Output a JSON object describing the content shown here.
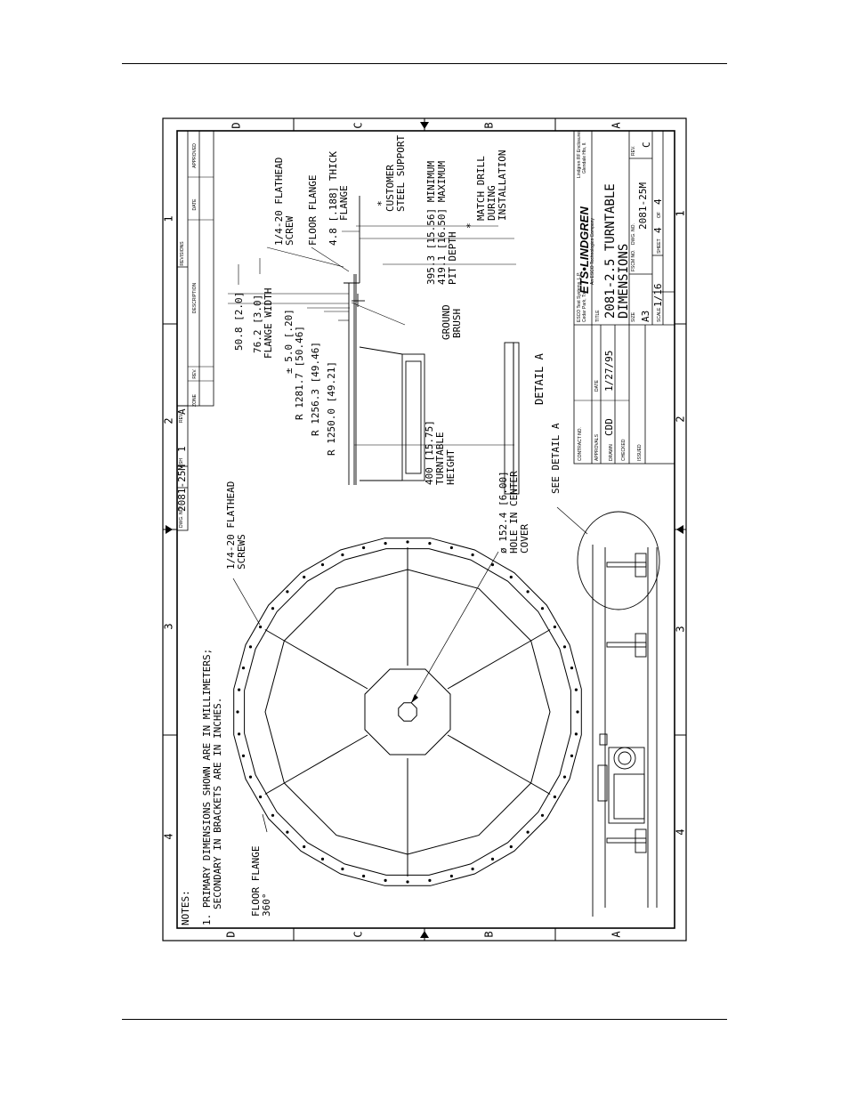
{
  "zones": {
    "rows": [
      "D",
      "C",
      "B",
      "A"
    ],
    "cols": [
      "1",
      "2",
      "3",
      "4"
    ]
  },
  "notes": {
    "heading": "NOTES:",
    "line1": "1.  PRIMARY DIMENSIONS SHOWN ARE IN MILLIMETERS;",
    "line2": "SECONDARY IN BRACKETS ARE IN INCHES."
  },
  "callouts": {
    "floor_flange": "FLOOR FLANGE",
    "floor_flange_360": "360°",
    "screws_1": "1/4-20 FLATHEAD",
    "screws_2": "SCREWS",
    "hole_1": "ø 152.4 [6.00]",
    "hole_2": "HOLE IN CENTER",
    "hole_3": "COVER",
    "see_detail": "SEE DETAIL A"
  },
  "detail": {
    "title": "DETAIL A",
    "height_1": "400 [15.75]",
    "height_2": "TURNTABLE",
    "height_3": "HEIGHT",
    "r1250": "R 1250.0 [49.21]",
    "r1256": "R 1256.3 [49.46]",
    "r1281": "R 1281.7 [50.46]",
    "tol": "± 5.0 [.20]",
    "fw_1": "76.2 [3.0]",
    "fw_2": "FLANGE WIDTH",
    "d508": "50.8 [2.0]",
    "brush_1": "GROUND",
    "brush_2": "BRUSH",
    "screw_1": "1/4-20 FLATHEAD",
    "screw_2": "SCREW",
    "flange": "FLOOR FLANGE",
    "thick_1": "4.8 [.188]  THICK",
    "thick_2": "FLANGE",
    "support_star": "*",
    "support_1": "CUSTOMER",
    "support_2": "STEEL SUPPORT",
    "pit_1": "395.3 [15.56] MINIMUM",
    "pit_2": "419.1 [16.50] MAXIMUM",
    "pit_3": "PIT DEPTH",
    "match_star": "*",
    "match_1": "MATCH DRILL",
    "match_2": "DURING",
    "match_3": "INSTALLATION"
  },
  "revisions": {
    "header": "REVISIONS",
    "dwg_no_label": "DWG. NO.",
    "dwg_no": "2081-25M",
    "sh_label": "SH",
    "sh": "1",
    "rev_label": "REV.",
    "rev": "A",
    "col_zone": "ZONE",
    "col_rev": "REV.",
    "col_desc": "DESCRIPTION",
    "col_date": "DATE",
    "col_approved": "APPROVED"
  },
  "title_block": {
    "company": "ETS•LINDGREN",
    "company_sub": "An ESCO Technologies Company",
    "addr_1": "ESCO Test Systems, L.P.",
    "addr_2": "Cedar Park, Tx.",
    "addr_3": "Lindgren RF Enclosures",
    "addr_4": "Glendale Hts, Il.",
    "title_label": "TITLE",
    "title_1": "2081-2.5 TURNTABLE",
    "title_2": "DIMENSIONS",
    "contract_label": "CONTRACT NO.",
    "approvals_label": "APPROVALS",
    "date_label": "DATE",
    "drawn_label": "DRAWN",
    "drawn": "CDD",
    "drawn_date": "1/27/95",
    "checked_label": "CHECKED",
    "issued_label": "ISSUED",
    "size_label": "SIZE",
    "size": "A3",
    "fscm_label": "FSCM NO.",
    "dwg_label": "DWG. NO.",
    "dwg": "2081-25M",
    "rev_label": "REV.",
    "rev": "C",
    "scale_label": "SCALE",
    "scale": "1/16",
    "sheet_label": "SHEET",
    "sheet": "4",
    "of_label": "OF",
    "sheet_total": "4"
  }
}
